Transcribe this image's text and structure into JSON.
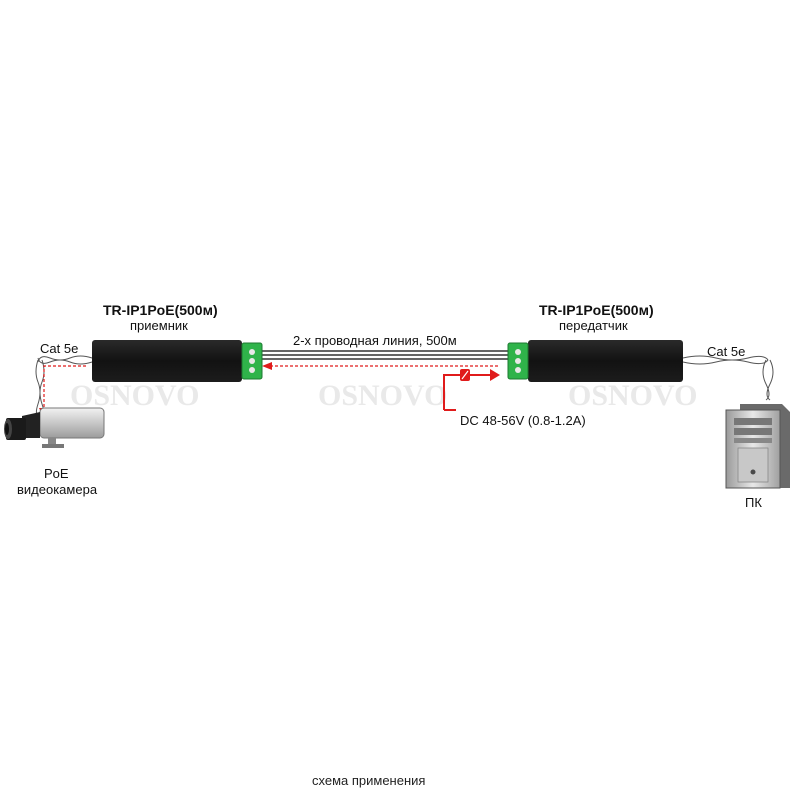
{
  "receiver": {
    "model": "TR-IP1PoE(500м)",
    "role": "приемник"
  },
  "transmitter": {
    "model": "TR-IP1PoE(500м)",
    "role": "передатчик"
  },
  "line_label": "2-х проводная линия, 500м",
  "cable_left": "Cat 5e",
  "cable_right": "Cat 5e",
  "power_label": "DC 48-56V (0.8-1.2A)",
  "camera_label_1": "PoE",
  "camera_label_2": "видеокамера",
  "pc_label": "ПК",
  "watermark": "OSNOVO",
  "caption": "схема применения",
  "colors": {
    "unit_body": "#161616",
    "terminal": "#2fb34a",
    "power_line": "#e01b1b",
    "cable": "#555555"
  },
  "icons": [
    "camera-icon",
    "pc-tower-icon",
    "terminal-block-icon",
    "fuse-icon"
  ]
}
